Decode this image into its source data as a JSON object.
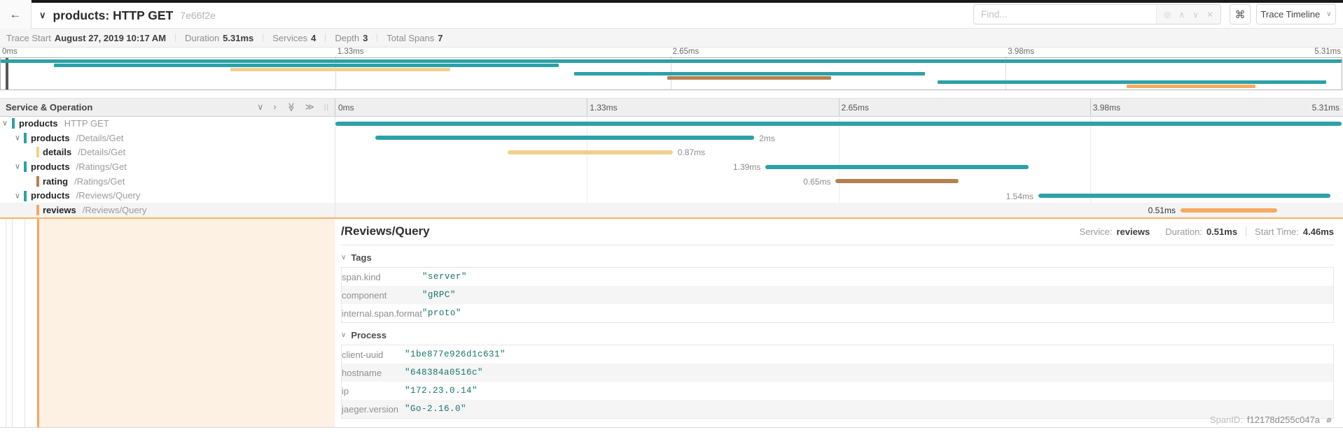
{
  "header": {
    "back_icon": "←",
    "collapse_chevron": "∨",
    "title": "products: HTTP GET",
    "trace_id": "7e66f2e",
    "find": {
      "placeholder": "Find...",
      "match_icon": "◎",
      "prev_icon": "∧",
      "next_icon": "∨",
      "clear_icon": "✕"
    },
    "keyboard_shortcut_icon": "⌘",
    "view_selector": {
      "label": "Trace Timeline",
      "chevron": "∨"
    }
  },
  "trace_summary": [
    {
      "label": "Trace Start",
      "value": "August 27, 2019 10:17 AM"
    },
    {
      "label": "Duration",
      "value": "5.31ms"
    },
    {
      "label": "Services",
      "value": "4"
    },
    {
      "label": "Depth",
      "value": "3"
    },
    {
      "label": "Total Spans",
      "value": "7"
    }
  ],
  "timeline": {
    "left_header": "Service & Operation",
    "total_ms": 5.31,
    "ticks": [
      "0ms",
      "1.33ms",
      "2.65ms",
      "3.98ms",
      "5.31ms"
    ],
    "tree_icons": {
      "collapse_one": "∨",
      "expand_one": "›",
      "collapse_all": "≫",
      "expand_all": "≫",
      "resize_grip": "||",
      "expander": "∨"
    }
  },
  "colors": {
    "teal": "#2ca1a7",
    "tan": "#f0d08e",
    "brown": "#b5804f",
    "orange": "#f6a961",
    "selected_row": "#f4f4f4",
    "detail_cream": "#fdf1e3",
    "detail_accent": "#f8a45b"
  },
  "spans": [
    {
      "service": "products",
      "operation": "HTTP GET",
      "depth": 0,
      "start_ms": 0,
      "end_ms": 5.31,
      "color": "teal",
      "expandable": true
    },
    {
      "service": "products",
      "operation": "/Details/Get",
      "depth": 1,
      "start_ms": 0.21,
      "end_ms": 2.21,
      "color": "teal",
      "expandable": true,
      "duration_label": "2ms",
      "label_side": "right"
    },
    {
      "service": "details",
      "operation": "/Details/Get",
      "depth": 2,
      "start_ms": 0.91,
      "end_ms": 1.78,
      "color": "tan",
      "duration_label": "0.87ms",
      "label_side": "right"
    },
    {
      "service": "products",
      "operation": "/Ratings/Get",
      "depth": 1,
      "start_ms": 2.27,
      "end_ms": 3.66,
      "color": "teal",
      "expandable": true,
      "duration_label": "1.39ms",
      "label_side": "left"
    },
    {
      "service": "rating",
      "operation": "/Ratings/Get",
      "depth": 2,
      "start_ms": 2.64,
      "end_ms": 3.29,
      "color": "brown",
      "duration_label": "0.65ms",
      "label_side": "left"
    },
    {
      "service": "products",
      "operation": "/Reviews/Query",
      "depth": 1,
      "start_ms": 3.71,
      "end_ms": 5.25,
      "color": "teal",
      "expandable": true,
      "duration_label": "1.54ms",
      "label_side": "left"
    },
    {
      "service": "reviews",
      "operation": "/Reviews/Query",
      "depth": 2,
      "start_ms": 4.46,
      "end_ms": 4.97,
      "color": "orange",
      "duration_label": "0.51ms",
      "label_side": "left",
      "selected": true
    }
  ],
  "detail": {
    "title": "/Reviews/Query",
    "service_label": "Service:",
    "service": "reviews",
    "duration_label": "Duration:",
    "duration": "0.51ms",
    "start_label": "Start Time:",
    "start": "4.46ms",
    "section_chevron": "∨",
    "sections": [
      {
        "name": "Tags",
        "key_width": 112,
        "rows": [
          {
            "key": "span.kind",
            "value": "\"server\""
          },
          {
            "key": "component",
            "value": "\"gRPC\""
          },
          {
            "key": "internal.span.format",
            "value": "\"proto\""
          }
        ]
      },
      {
        "name": "Process",
        "key_width": 90,
        "rows": [
          {
            "key": "client-uuid",
            "value": "\"1be877e926d1c631\""
          },
          {
            "key": "hostname",
            "value": "\"648384a0516c\""
          },
          {
            "key": "ip",
            "value": "\"172.23.0.14\""
          },
          {
            "key": "jaeger.version",
            "value": "\"Go-2.16.0\""
          }
        ]
      }
    ],
    "span_id_label": "SpanID:",
    "span_id": "f12178d255c047a"
  }
}
